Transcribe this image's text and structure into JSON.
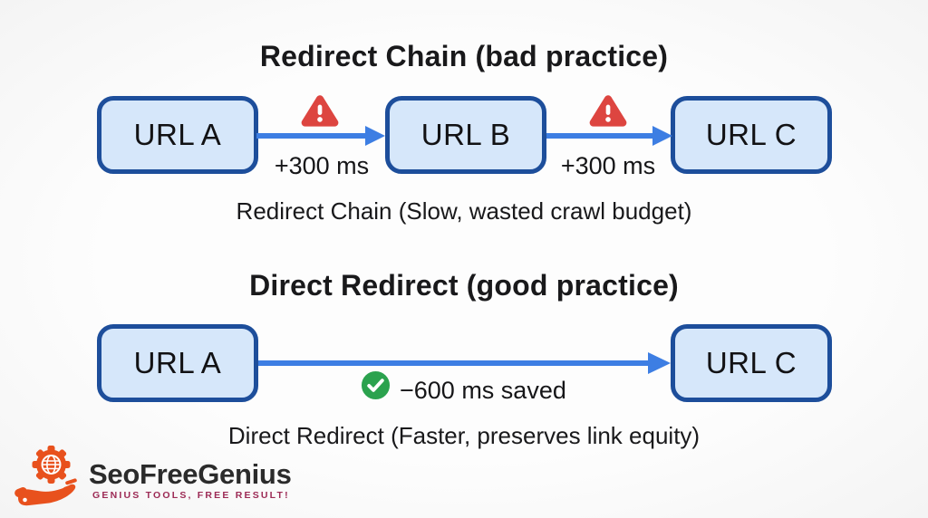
{
  "colors": {
    "background": "#fafafa",
    "node_fill": "#d6e7fa",
    "node_border": "#1d4e9b",
    "arrow_blue": "#3d7ee3",
    "warning_red": "#dd4540",
    "success_green": "#2ba24e",
    "text_dark": "#19191b",
    "logo_orange": "#e8511d",
    "tagline_maroon": "#9c2a55"
  },
  "bad_section": {
    "title": "Redirect Chain (bad practice)",
    "nodes": [
      "URL A",
      "URL B",
      "URL C"
    ],
    "hop_delays": [
      "+300 ms",
      "+300 ms"
    ],
    "caption": "Redirect Chain (Slow, wasted crawl budget)"
  },
  "good_section": {
    "title": "Direct Redirect (good practice)",
    "nodes": [
      "URL A",
      "URL C"
    ],
    "savings_label": "−600 ms saved",
    "caption": "Direct Redirect (Faster, preserves link equity)"
  },
  "logo": {
    "name": "SeoFreeGenius",
    "tagline": "GENIUS TOOLS, FREE RESULT!"
  },
  "icons": {
    "warning": "warning-triangle",
    "success": "check-circle",
    "logo_mark": "gear-globe-hand"
  }
}
